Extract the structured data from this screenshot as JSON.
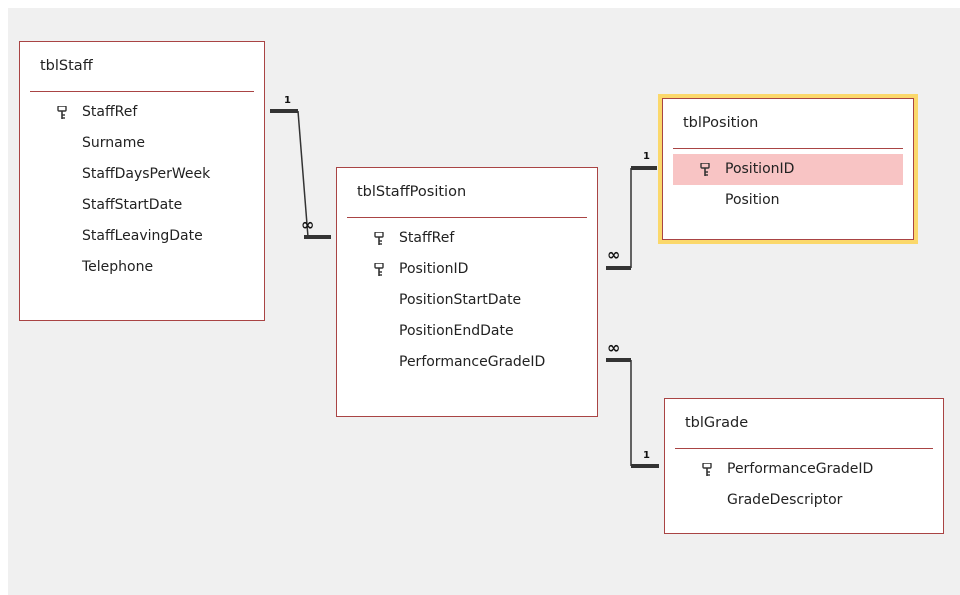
{
  "colors": {
    "background": "#f0f0f0",
    "table_border": "#a94444",
    "selected_row": "#f8c4c4",
    "selected_table_outline": "#fbd86b",
    "relation_line": "#333333"
  },
  "tables": {
    "staff": {
      "title": "tblStaff",
      "fields": [
        {
          "name": "StaffRef",
          "key": true
        },
        {
          "name": "Surname",
          "key": false
        },
        {
          "name": "StaffDaysPerWeek",
          "key": false
        },
        {
          "name": "StaffStartDate",
          "key": false
        },
        {
          "name": "StaffLeavingDate",
          "key": false
        },
        {
          "name": "Telephone",
          "key": false
        }
      ]
    },
    "staff_position": {
      "title": "tblStaffPosition",
      "fields": [
        {
          "name": "StaffRef",
          "key": true
        },
        {
          "name": "PositionID",
          "key": true
        },
        {
          "name": "PositionStartDate",
          "key": false
        },
        {
          "name": "PositionEndDate",
          "key": false
        },
        {
          "name": "PerformanceGradeID",
          "key": false
        }
      ]
    },
    "position": {
      "title": "tblPosition",
      "selected": true,
      "fields": [
        {
          "name": "PositionID",
          "key": true,
          "selected": true
        },
        {
          "name": "Position",
          "key": false
        }
      ]
    },
    "grade": {
      "title": "tblGrade",
      "fields": [
        {
          "name": "PerformanceGradeID",
          "key": true
        },
        {
          "name": "GradeDescriptor",
          "key": false
        }
      ]
    }
  },
  "relationships": [
    {
      "one_label": "1",
      "many_label": "∞"
    },
    {
      "one_label": "1",
      "many_label": "∞"
    },
    {
      "one_label": "1",
      "many_label": "∞"
    }
  ]
}
